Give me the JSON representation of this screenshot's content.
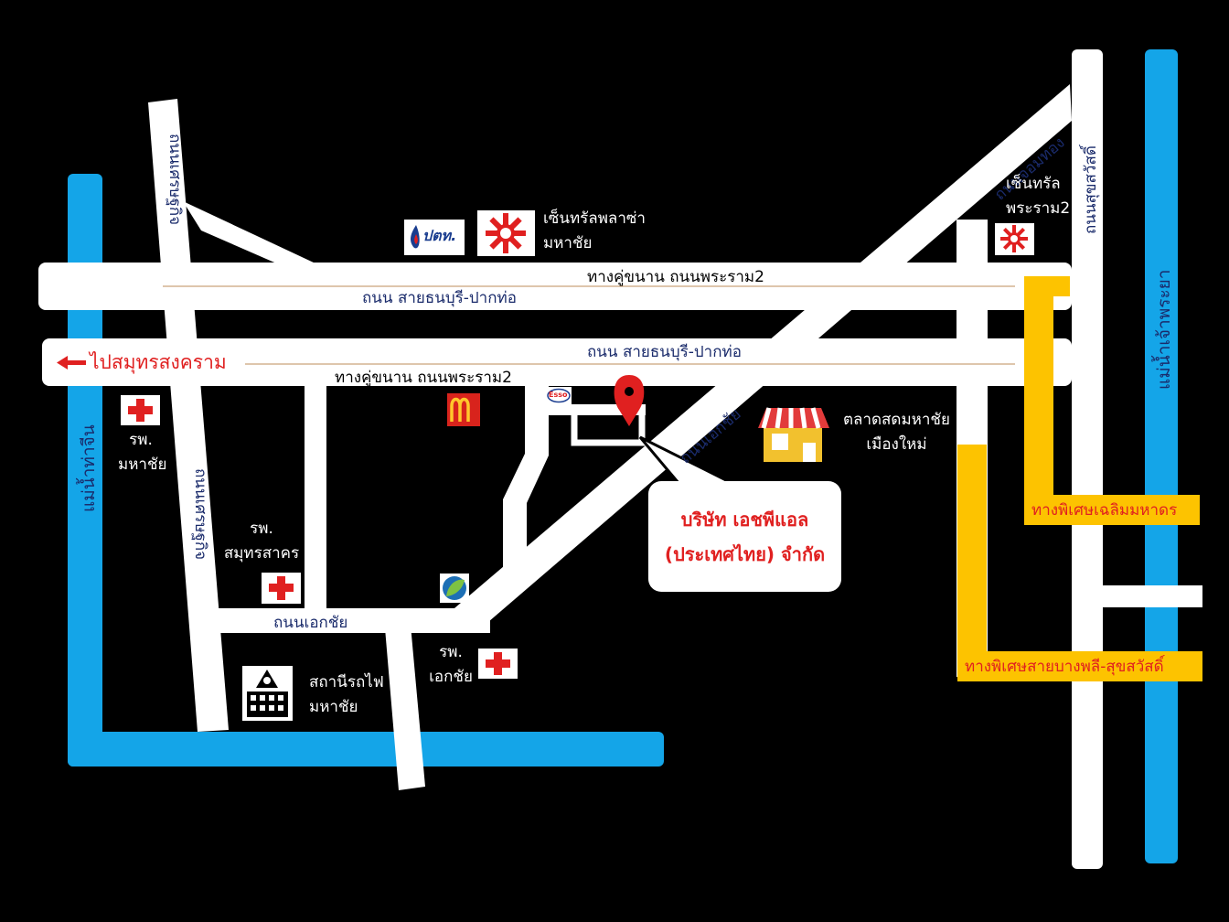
{
  "rivers": {
    "tha_chin": "แม่น้ำท่าจีน",
    "chao_phraya": "แม่น้ำเจ้าพระยา"
  },
  "roads": {
    "thanon_setthakit_top": "ถนนเศรษฐกิจ",
    "thanon_setthakit_bottom": "ถนนเศรษฐกิจ",
    "rama2_frontage_top": "ทางคู่ขนาน ถนนพระราม2",
    "sai_thonburi_top": "ถนน สายธนบุรี-ปากท่อ",
    "sai_thonburi_bottom": "ถนน สายธนบุรี-ปากท่อ",
    "rama2_frontage_bottom": "ทางคู่ขนาน ถนนพระราม2",
    "ekachai_diag": "ถนนเอกชัย",
    "ekachai_lower": "ถนนเอกชัย",
    "chom_thong": "ถนนจอมทอง",
    "suksawat": "ถนนสุขสวัสดิ์"
  },
  "directions": {
    "to_samut_songkhram": "ไปสมุทรสงคราม"
  },
  "places": {
    "central_plaza": [
      "เซ็นทรัลพลาซ่า",
      "มหาชัย"
    ],
    "central_rama2": [
      "เซ็นทรัล",
      "พระราม2"
    ],
    "hosp_mahachai": [
      "รพ.",
      "มหาชัย"
    ],
    "hosp_samut_sakhon": [
      "รพ.",
      "สมุทรสาคร"
    ],
    "hosp_ekachai": [
      "รพ.",
      "เอกชัย"
    ],
    "station": [
      "สถานีรถไฟ",
      "มหาชัย"
    ],
    "market": [
      "ตลาดสดมหาชัย",
      "เมืองใหม่"
    ]
  },
  "logos": {
    "ptt": "ปตท.",
    "esso": "Esso"
  },
  "company": {
    "line1": "บริษัท เอชพีแอล",
    "line2": "(ประเทศไทย) จำกัด"
  },
  "expressways": {
    "chalerm": "ทางพิเศษเฉลิมมหาดร",
    "bangphli": "ทางพิเศษสายบางพลี-สุขสวัสดิ์"
  },
  "colors": {
    "river": "#14a5e8",
    "road": "#ffffff",
    "expressway": "#fdc300",
    "hospital_cross": "#e02020",
    "pin": "#e02020",
    "road_label": "#1a2b6b"
  }
}
